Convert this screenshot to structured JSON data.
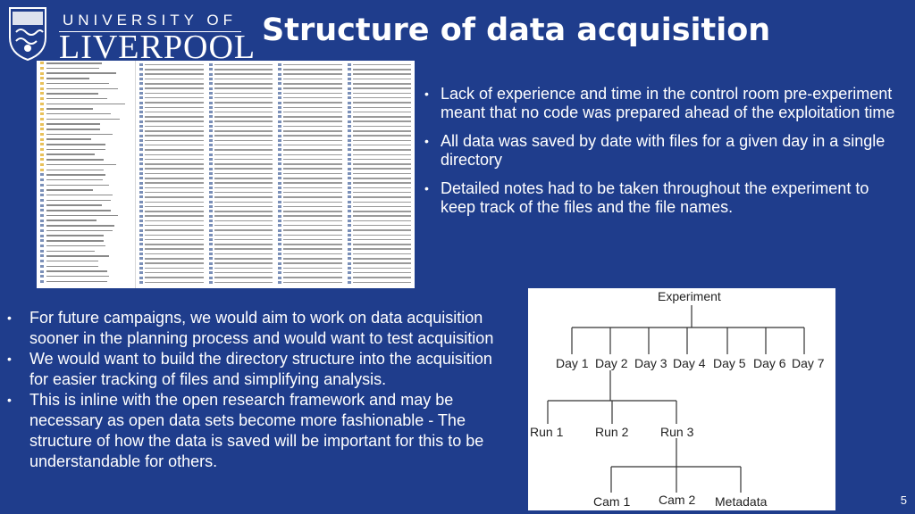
{
  "header": {
    "logo_top": "UNIVERSITY OF",
    "logo_main": "LIVERPOOL",
    "title": "Structure of data acquisition"
  },
  "screenshot": {
    "left_icons": [
      "folder-icon",
      "image-file-icon"
    ],
    "grid_columns": 4
  },
  "right_bullets": [
    "Lack of experience and time in the control room pre-experiment meant that no code was prepared ahead of the exploitation time",
    "All data was saved by date with files for a given day in a single directory",
    "Detailed notes had to be taken throughout the experiment to keep track of the files and the file names."
  ],
  "bottom_bullets": [
    "For future campaigns, we would aim to work on data acquisition sooner in the planning process and would want to test acquisition",
    "We would want to build the directory structure into the acquisition for easier tracking of files and simplifying analysis.",
    "This is inline with the open research framework and may be necessary as open data sets become more fashionable - The structure of how the data is saved will be important for this to be understandable for others."
  ],
  "diagram": {
    "root": "Experiment",
    "days": [
      "Day 1",
      "Day 2",
      "Day 3",
      "Day 4",
      "Day 5",
      "Day 6",
      "Day 7"
    ],
    "runs": [
      "Run 1",
      "Run 2",
      "Run 3"
    ],
    "leaves": [
      "Cam 1",
      "Cam 2",
      "Metadata"
    ]
  },
  "page_number": "5",
  "colors": {
    "background": "#1f3d8c",
    "text": "#ffffff",
    "folder_icon": "#e8c15a"
  }
}
